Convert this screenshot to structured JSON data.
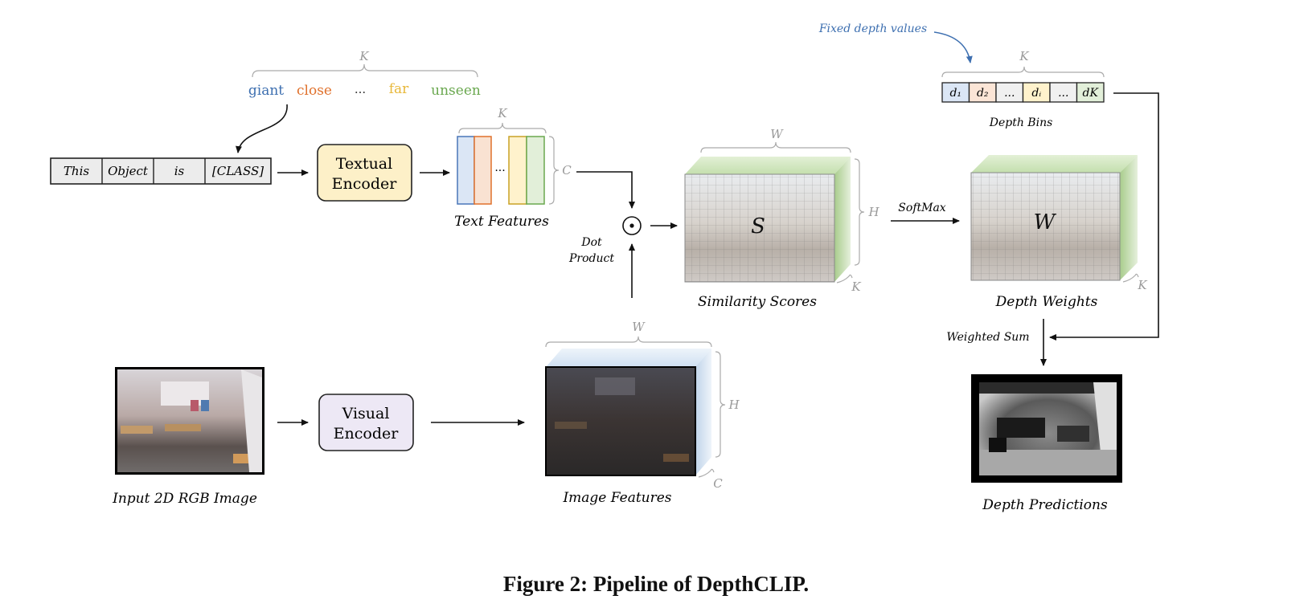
{
  "caption": "Figure 2: Pipeline of DepthCLIP.",
  "depth_classes": {
    "dim_label": "K",
    "words": [
      {
        "text": "giant",
        "color": "#3d6fb0"
      },
      {
        "text": "close",
        "color": "#e0712c"
      },
      {
        "text": "...",
        "color": "#333333"
      },
      {
        "text": "far",
        "color": "#e8b83a"
      },
      {
        "text": "unseen",
        "color": "#6aa84f"
      }
    ]
  },
  "prompt_tokens": [
    "This",
    "Object",
    "is",
    "[CLASS]"
  ],
  "textual_encoder": {
    "line1": "Textual",
    "line2": "Encoder",
    "fill": "#fdf0c8"
  },
  "text_features": {
    "title": "Text Features",
    "dim_top": "K",
    "dim_side": "C",
    "ellipsis": "...",
    "bar_colors": [
      "#dbe6f5",
      "#f9e2d2",
      "#fff2cc",
      "#e2efd9"
    ],
    "bar_borders": [
      "#4a76b8",
      "#e0712c",
      "#c9a227",
      "#6aa84f"
    ]
  },
  "dot_product": {
    "symbol": "⊙",
    "line1": "Dot",
    "line2": "Product"
  },
  "similarity": {
    "title": "Similarity Scores",
    "symbol": "S",
    "dim_top": "W",
    "dim_side": "H",
    "dim_depth": "K",
    "top_color": "#c9e1b4"
  },
  "softmax": "SoftMax",
  "depth_weights": {
    "title": "Depth Weights",
    "symbol": "W",
    "dim_depth": "K"
  },
  "depth_bins": {
    "annotation": "Fixed depth values",
    "annotation_color": "#3d6fb0",
    "dim_label": "K",
    "title": "Depth Bins",
    "bins": [
      {
        "label": "d₁",
        "fill": "#dbe6f5"
      },
      {
        "label": "d₂",
        "fill": "#fbe5d6"
      },
      {
        "label": "...",
        "fill": "#f0f0f0"
      },
      {
        "label": "dᵢ",
        "fill": "#fff2cc"
      },
      {
        "label": "...",
        "fill": "#f0f0f0"
      },
      {
        "label": "dK",
        "fill": "#e2efd9"
      }
    ]
  },
  "weighted_sum": "Weighted Sum",
  "depth_predictions": {
    "title": "Depth Predictions"
  },
  "input_image": {
    "title": "Input 2D RGB Image"
  },
  "visual_encoder": {
    "line1": "Visual",
    "line2": "Encoder",
    "fill": "#ede8f5"
  },
  "image_features": {
    "title": "Image Features",
    "dim_top": "W",
    "dim_side": "H",
    "dim_depth": "C"
  }
}
